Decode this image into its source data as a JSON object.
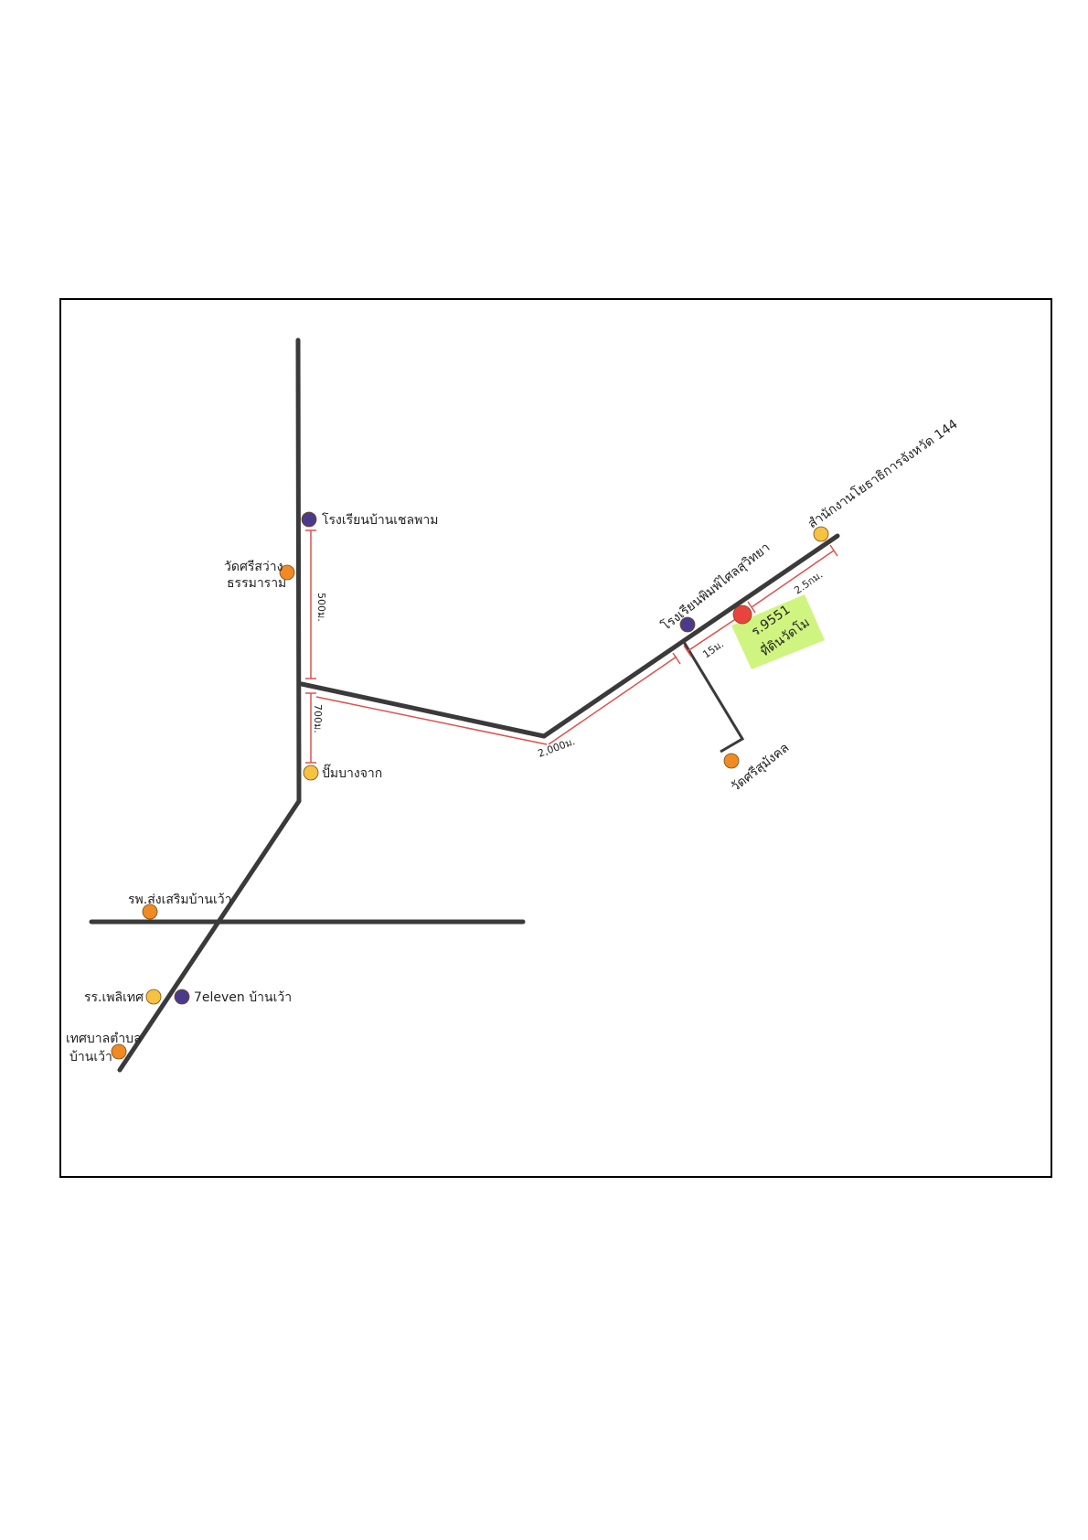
{
  "colors": {
    "road": "#3a3a3a",
    "route": "#d9534f",
    "orange_marker": "#f08a24",
    "yellow_marker": "#f5c242",
    "purple_marker": "#4b3a8c",
    "destination_marker": "#e8433f",
    "highlight": "#c8f26a",
    "frame": "#000000"
  },
  "places": {
    "school_north": "โรงเรียนบ้านเชลพาม",
    "temple_left_1": "วัดศรีสว่าง",
    "temple_left_2": "ธรรมาราม",
    "gas_station": "ปั๊มบางจาก",
    "hospital": "รพ.ส่งเสริมบ้านเว้า",
    "school_south": "รร.เพลิเทศ",
    "seven_eleven": "7eleven บ้านเว้า",
    "municipality_1": "เทศบาลตำบล",
    "municipality_2": "บ้านเว้า",
    "school_east": "โรงเรียนพิมพ์ไศลสุวิทยา",
    "temple_east": "วัดศรีสุมังคล",
    "provincial_office": "สำนักงานโยธาธิการจังหวัด 144",
    "destination_line1": "ร.9551",
    "destination_line2": "ที่ดินวัดโม"
  },
  "distances": {
    "north_segment": "500ม.",
    "south_segment": "700ม.",
    "middle_segment": "2,000ม.",
    "branch_segment": "15ม.",
    "east_segment": "2.5กม."
  }
}
